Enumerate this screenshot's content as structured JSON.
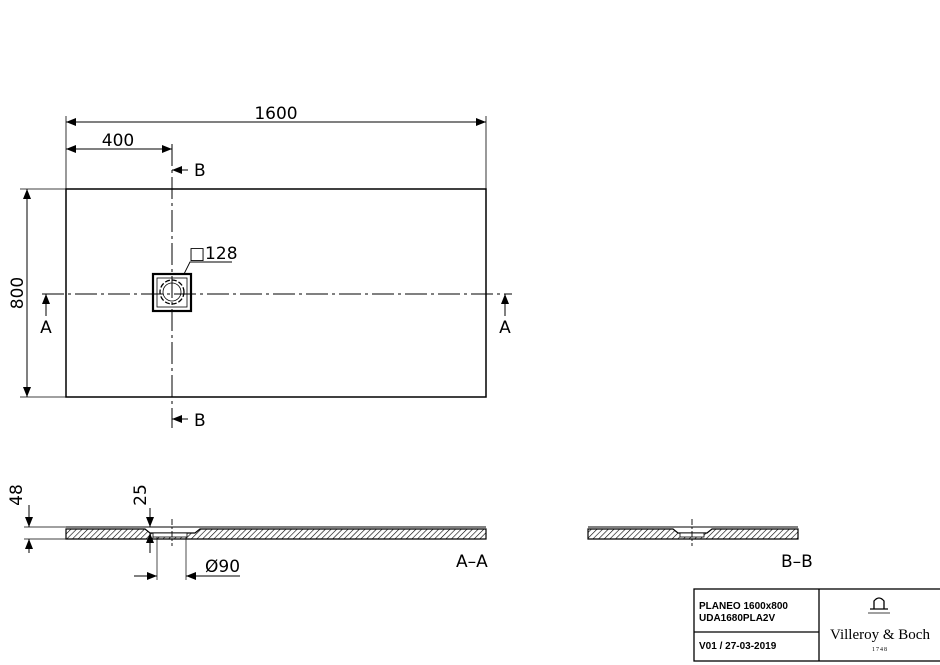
{
  "dimensions": {
    "length": "1600",
    "drain_offset": "400",
    "width": "800",
    "drain_size": "□128",
    "height": "48",
    "drain_depth": "25",
    "drain_diameter": "Ø90"
  },
  "section_markers": {
    "a": "A",
    "b": "B"
  },
  "section_labels": {
    "aa": "A–A",
    "bb": "B–B"
  },
  "title_block": {
    "product": "PLANEO 1600x800",
    "code": "UDA1680PLA2V",
    "version": "V01 / 27-03-2019",
    "brand": "Villeroy & Boch",
    "brand_year": "1748"
  }
}
